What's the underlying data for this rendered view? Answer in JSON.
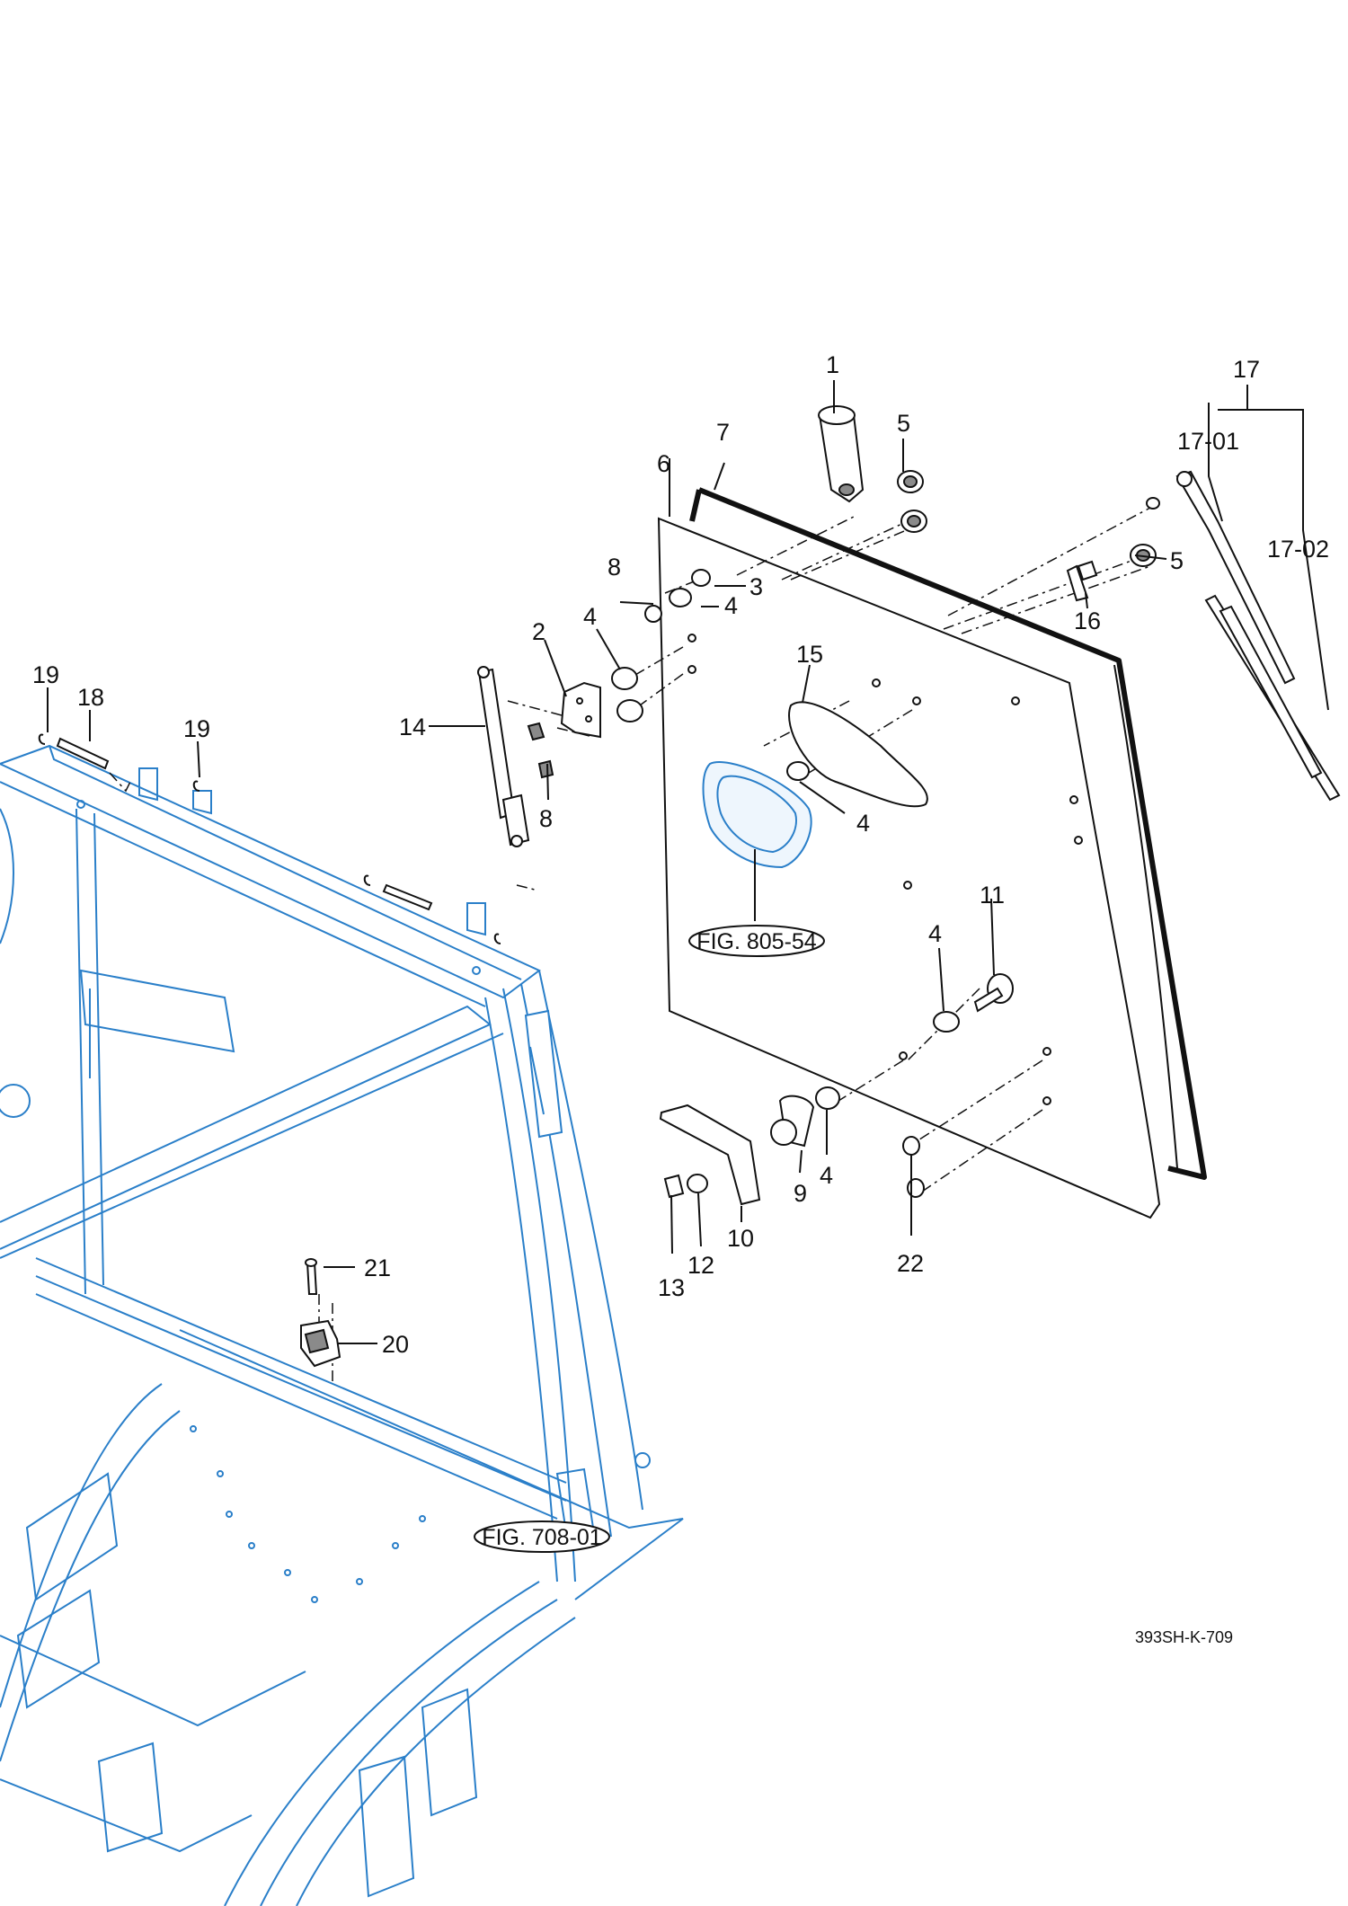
{
  "drawing_number": "393SH-K-709",
  "figure_refs": {
    "lamp": "FIG. 805-54",
    "cab": "FIG. 708-01"
  },
  "callouts": {
    "c1": "1",
    "c2": "2",
    "c3": "3",
    "c4a": "4",
    "c4b": "4",
    "c4c": "4",
    "c4d": "4",
    "c4e": "4",
    "c5a": "5",
    "c5b": "5",
    "c6": "6",
    "c7": "7",
    "c8a": "8",
    "c8b": "8",
    "c9": "9",
    "c10": "10",
    "c11": "11",
    "c12": "12",
    "c13": "13",
    "c14": "14",
    "c15": "15",
    "c16": "16",
    "c17": "17",
    "c17_01": "17-01",
    "c17_02": "17-02",
    "c18": "18",
    "c19a": "19",
    "c19b": "19",
    "c20": "20",
    "c21": "21",
    "c22": "22"
  },
  "colors": {
    "linework": "#111111",
    "cab_structure": "#2a7fc9",
    "background": "#ffffff"
  }
}
